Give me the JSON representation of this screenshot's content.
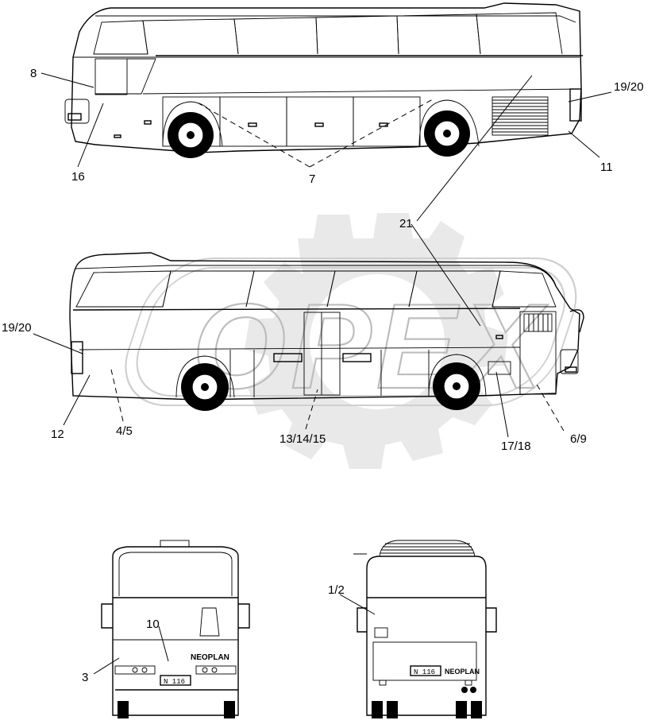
{
  "watermark": {
    "text": "OPEX"
  },
  "views": {
    "top_side": {
      "callouts": [
        {
          "id": "c8",
          "text": "8"
        },
        {
          "id": "c16",
          "text": "16"
        },
        {
          "id": "c7",
          "text": "7"
        },
        {
          "id": "c19_20a",
          "text": "19/20"
        },
        {
          "id": "c11",
          "text": "11"
        }
      ]
    },
    "middle_side": {
      "callouts": [
        {
          "id": "c21",
          "text": "21"
        },
        {
          "id": "c19_20b",
          "text": "19/20"
        },
        {
          "id": "c12",
          "text": "12"
        },
        {
          "id": "c4_5",
          "text": "4/5"
        },
        {
          "id": "c13_14_15",
          "text": "13/14/15"
        },
        {
          "id": "c17_18",
          "text": "17/18"
        },
        {
          "id": "c6_9",
          "text": "6/9"
        }
      ]
    },
    "front": {
      "callouts": [
        {
          "id": "c10",
          "text": "10"
        },
        {
          "id": "c3",
          "text": "3"
        }
      ],
      "brand": "NEOPLAN",
      "plate": "N 116"
    },
    "rear": {
      "callouts": [
        {
          "id": "c1_2",
          "text": "1/2"
        }
      ],
      "brand": "NEOPLAN",
      "plate": "N 116"
    }
  }
}
